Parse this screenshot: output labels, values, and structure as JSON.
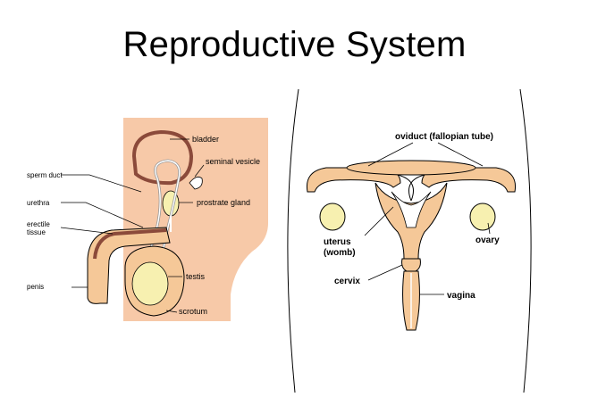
{
  "slide": {
    "title": "Reproductive System"
  },
  "male_diagram": {
    "labels": {
      "bladder": "bladder",
      "seminal_vesicle": "seminal vesicle",
      "sperm_duct": "sperm duct",
      "urethra": "urethra",
      "prostate_gland": "prostrate gland",
      "erectile_tissue_line1": "erectile",
      "erectile_tissue_line2": "tissue",
      "penis": "penis",
      "testis": "testis",
      "scrotum": "scrotum"
    }
  },
  "female_diagram": {
    "labels": {
      "oviduct": "oviduct (fallopian tube)",
      "uterus_line1": "uterus",
      "uterus_line2": "(womb)",
      "ovary": "ovary",
      "cervix": "cervix",
      "vagina": "vagina"
    }
  },
  "colors": {
    "skin": "#f7c9a8",
    "organ": "#f5c898",
    "gland": "#f7f0b0",
    "outline": "#000000",
    "duct": "#8b4a3a"
  }
}
